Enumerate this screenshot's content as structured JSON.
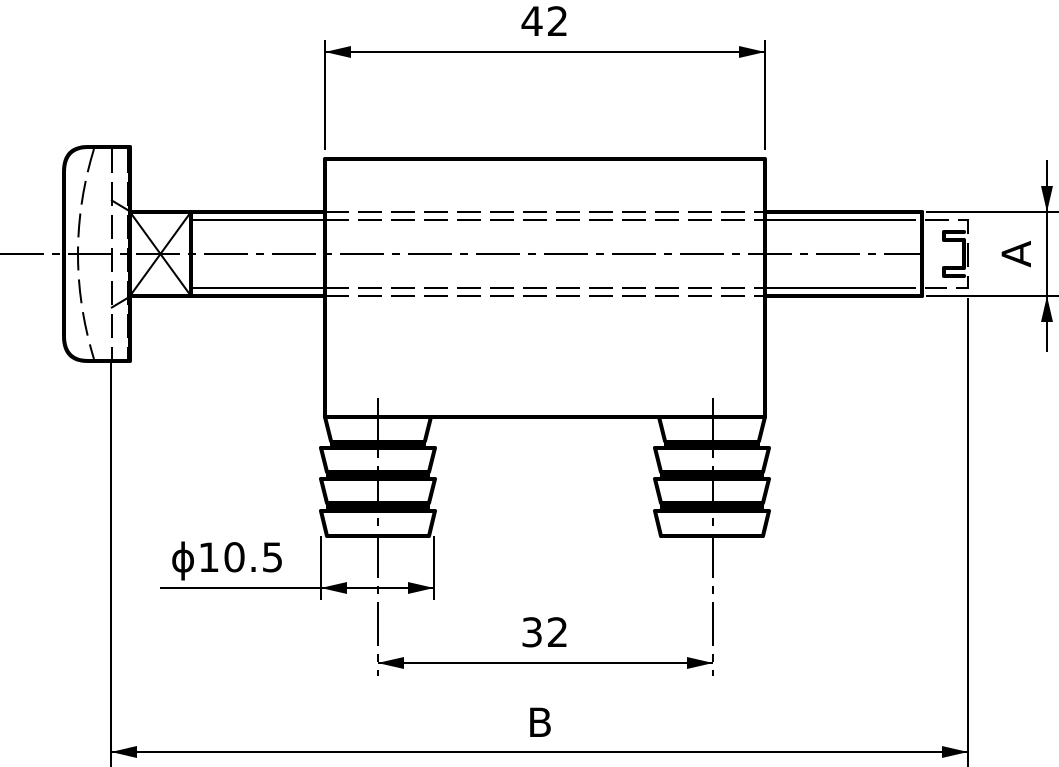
{
  "dimensions": {
    "top_length": "42",
    "diameter": "ϕ10.5",
    "spacing": "32",
    "overall": "B",
    "side": "A"
  }
}
